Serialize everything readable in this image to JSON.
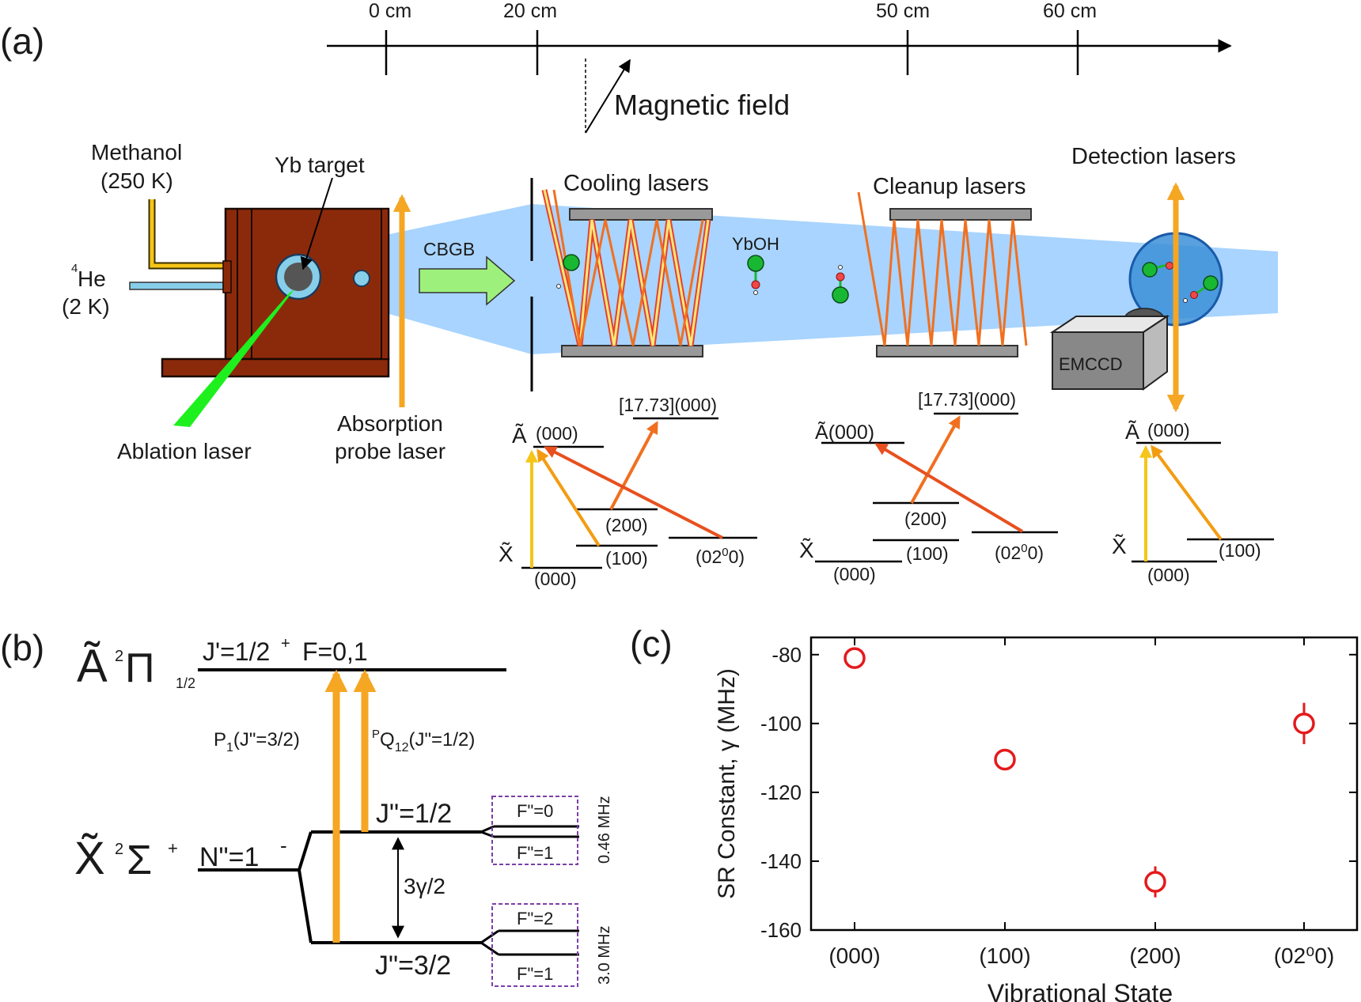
{
  "panel_labels": {
    "a": "(a)",
    "b": "(b)",
    "c": "(c)"
  },
  "axis_ticks": [
    "0 cm",
    "20 cm",
    "50 cm",
    "60 cm"
  ],
  "magnetic_field": "Magnetic field",
  "source": {
    "methanol": "Methanol",
    "methanol_temp": "(250 K)",
    "yb_target": "Yb target",
    "he_sup": "4",
    "he": "He",
    "he_temp": "(2 K)",
    "ablation": "Ablation laser",
    "absorption_1": "Absorption",
    "absorption_2": "probe laser",
    "cbgb": "CBGB"
  },
  "stations": {
    "cooling": "Cooling lasers",
    "ybOH": "YbOH",
    "cleanup": "Cleanup lasers",
    "detection": "Detection lasers",
    "emccd": "EMCCD"
  },
  "levels": {
    "A_symbol": "Ã",
    "X_symbol": "X̃",
    "a000": "(000)",
    "x000": "(000)",
    "x100": "(100)",
    "x200": "(200)",
    "x020_pre": "(02",
    "x020_sup": "0",
    "x020_post": "0)",
    "upper": "[17.73](000)"
  },
  "panel_b": {
    "A_main": "Ã",
    "A_sup": "2",
    "A_pi": "Π",
    "A_sub": "1/2",
    "upper_level": "J'=1/2",
    "upper_plus": "+",
    "upper_F": "F=0,1",
    "X_main": "X̃",
    "X_sup": "2",
    "X_sigma": "Σ",
    "X_sup2": "+",
    "N_label": "N\"=1",
    "N_sup": "-",
    "J12": "J\"=1/2",
    "J32": "J\"=3/2",
    "P1": "P",
    "P1_sub": "1",
    "P1_rest": "(J\"=3/2)",
    "PQ_sup": "P",
    "PQ": "Q",
    "PQ_sub": "12",
    "PQ_rest": "(J\"=1/2)",
    "gamma": "3γ/2",
    "F0": "F\"=0",
    "F1a": "F\"=1",
    "F2": "F\"=2",
    "F1b": "F\"=1",
    "split1": "0.46 MHz",
    "split2": "3.0 MHz"
  },
  "chart_data": {
    "type": "scatter",
    "categories": [
      "(000)",
      "(100)",
      "(200)",
      "(02⁰0)"
    ],
    "series": [
      {
        "values": [
          -81,
          -110.5,
          -146,
          -100
        ],
        "errors": [
          0,
          0,
          4.5,
          6
        ]
      }
    ],
    "ylim": [
      -160,
      -75
    ],
    "yticks": [
      -80,
      -100,
      -120,
      -140,
      -160
    ],
    "ylabel": "SR Constant, γ (MHz)",
    "xlabel": "Vibrational State",
    "colors": {
      "marker": "#e41a1c"
    }
  }
}
